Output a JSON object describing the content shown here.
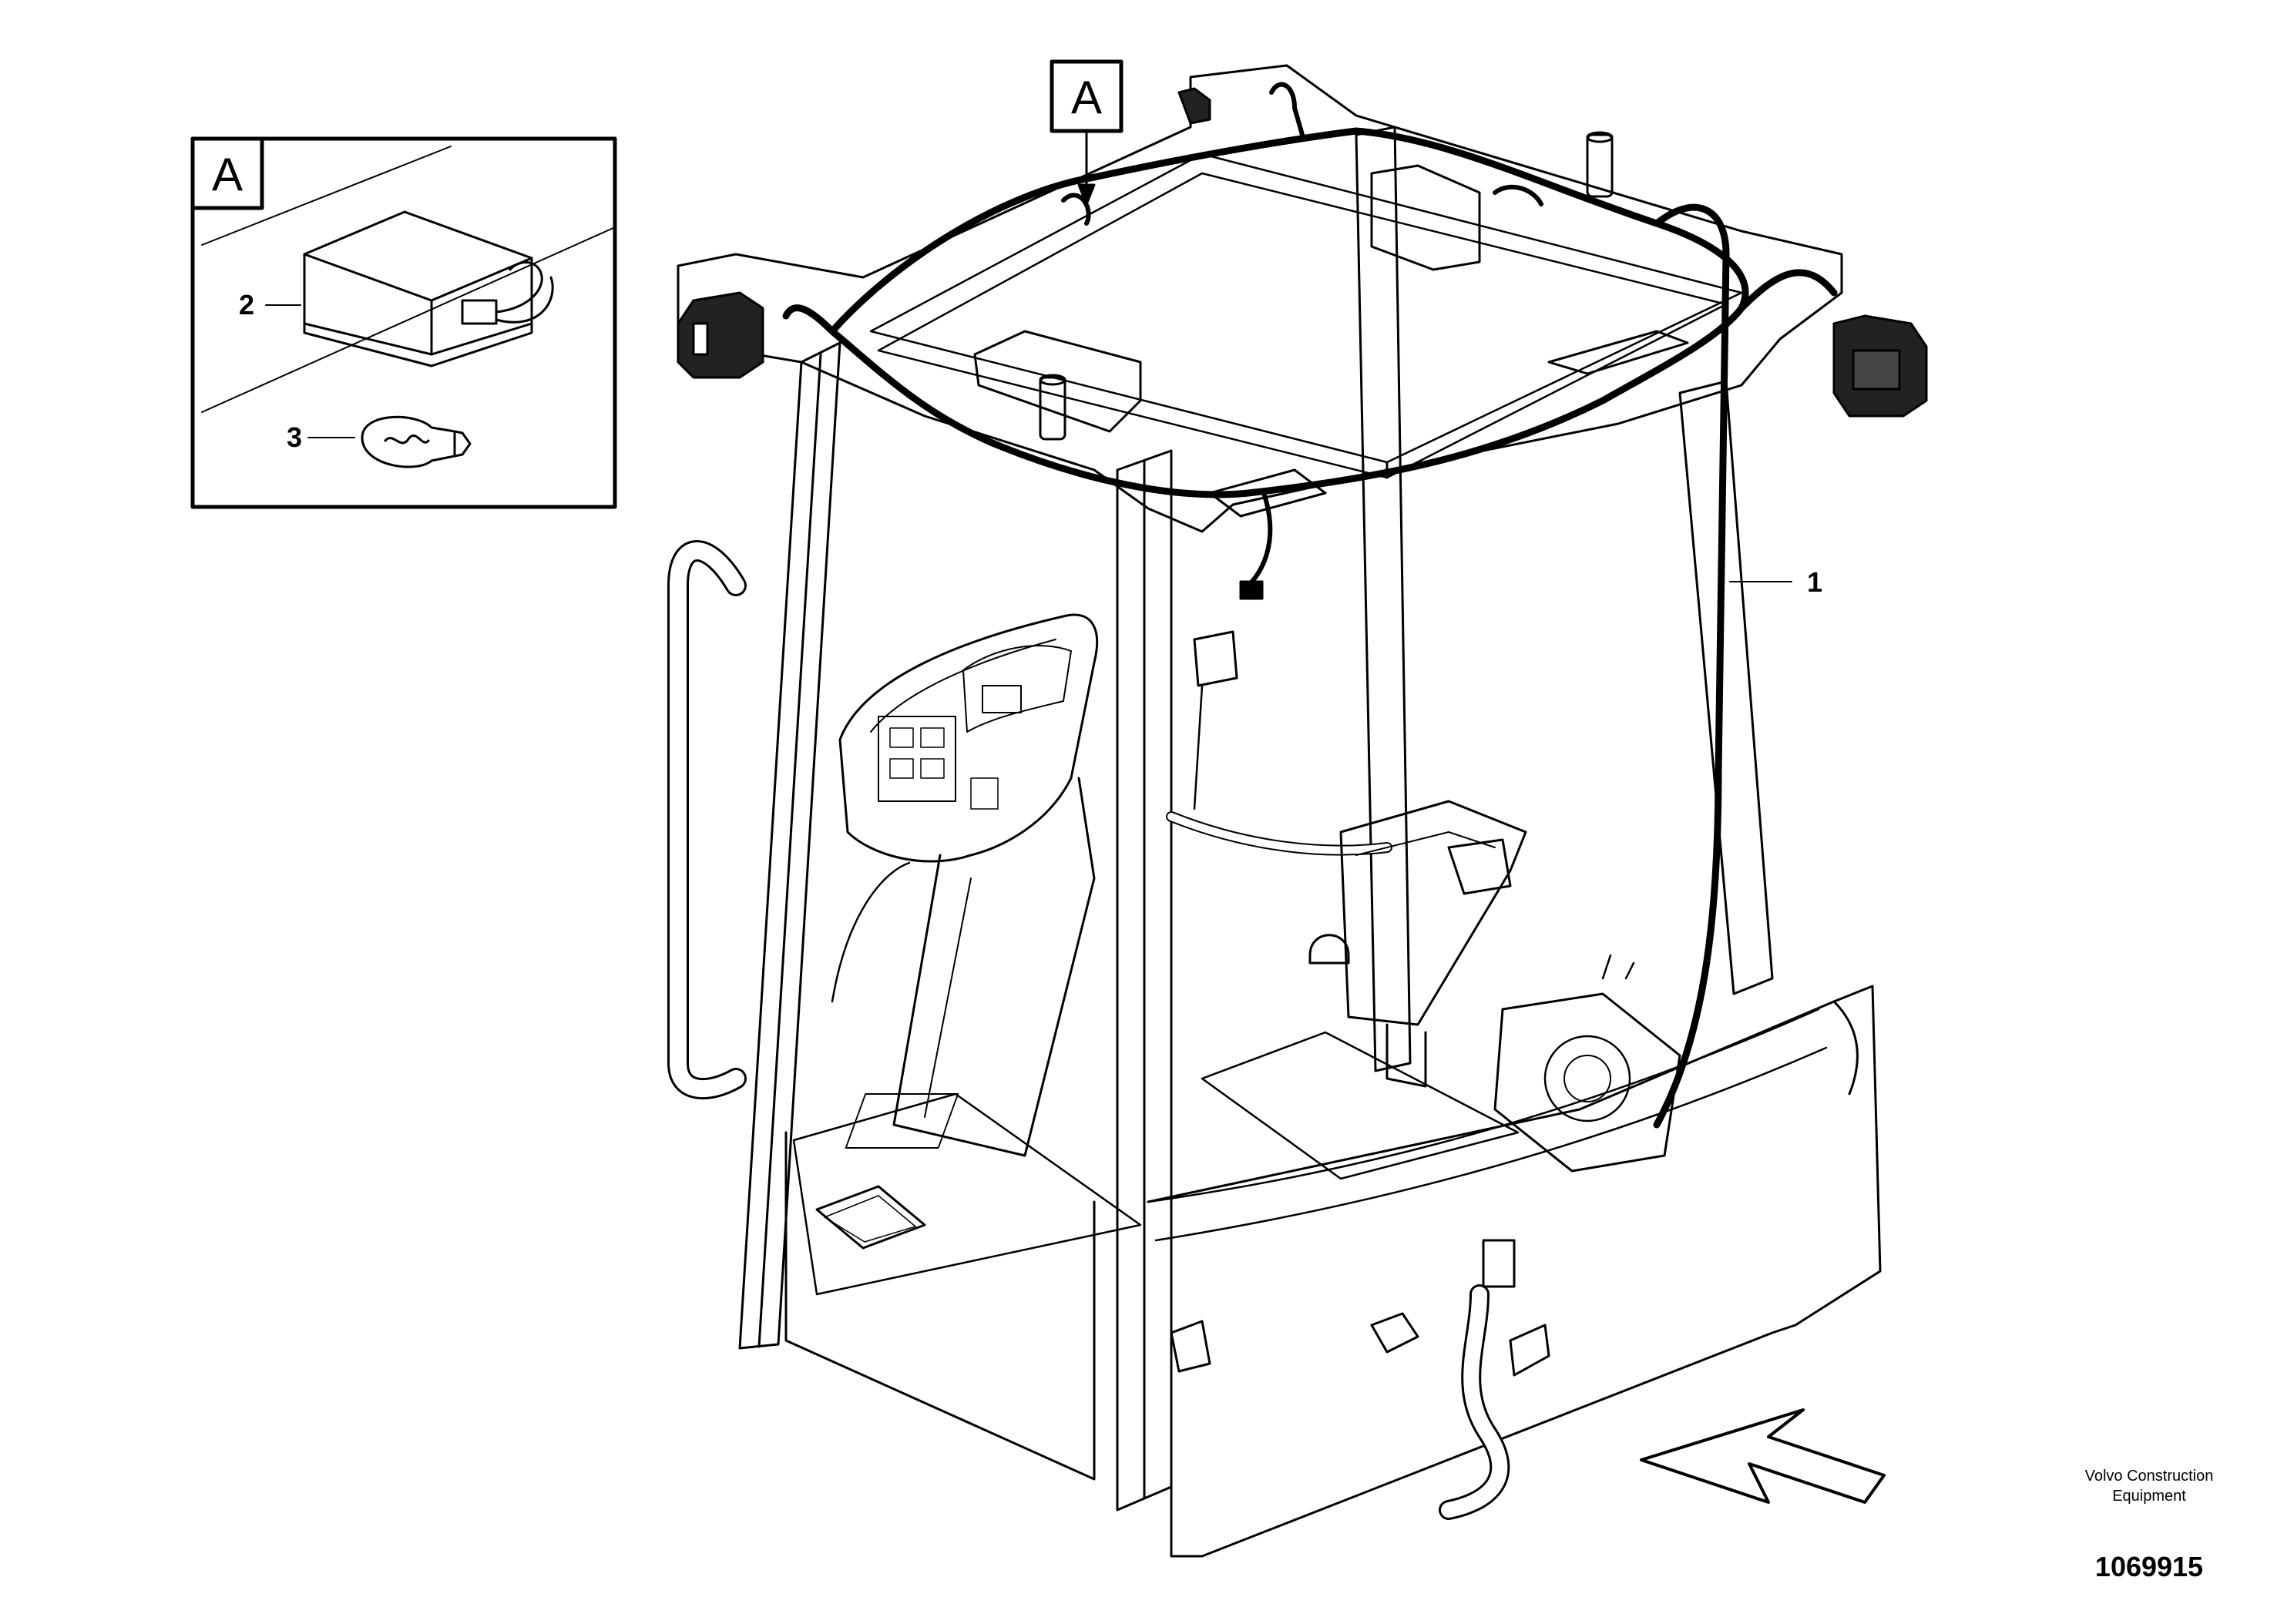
{
  "detail": {
    "letter": "A"
  },
  "view_marker": {
    "letter": "A"
  },
  "callouts": [
    {
      "number": "1"
    },
    {
      "number": "2"
    },
    {
      "number": "3"
    }
  ],
  "footer": {
    "company_line1": "Volvo Construction",
    "company_line2": "Equipment",
    "reference_number": "1069915"
  }
}
